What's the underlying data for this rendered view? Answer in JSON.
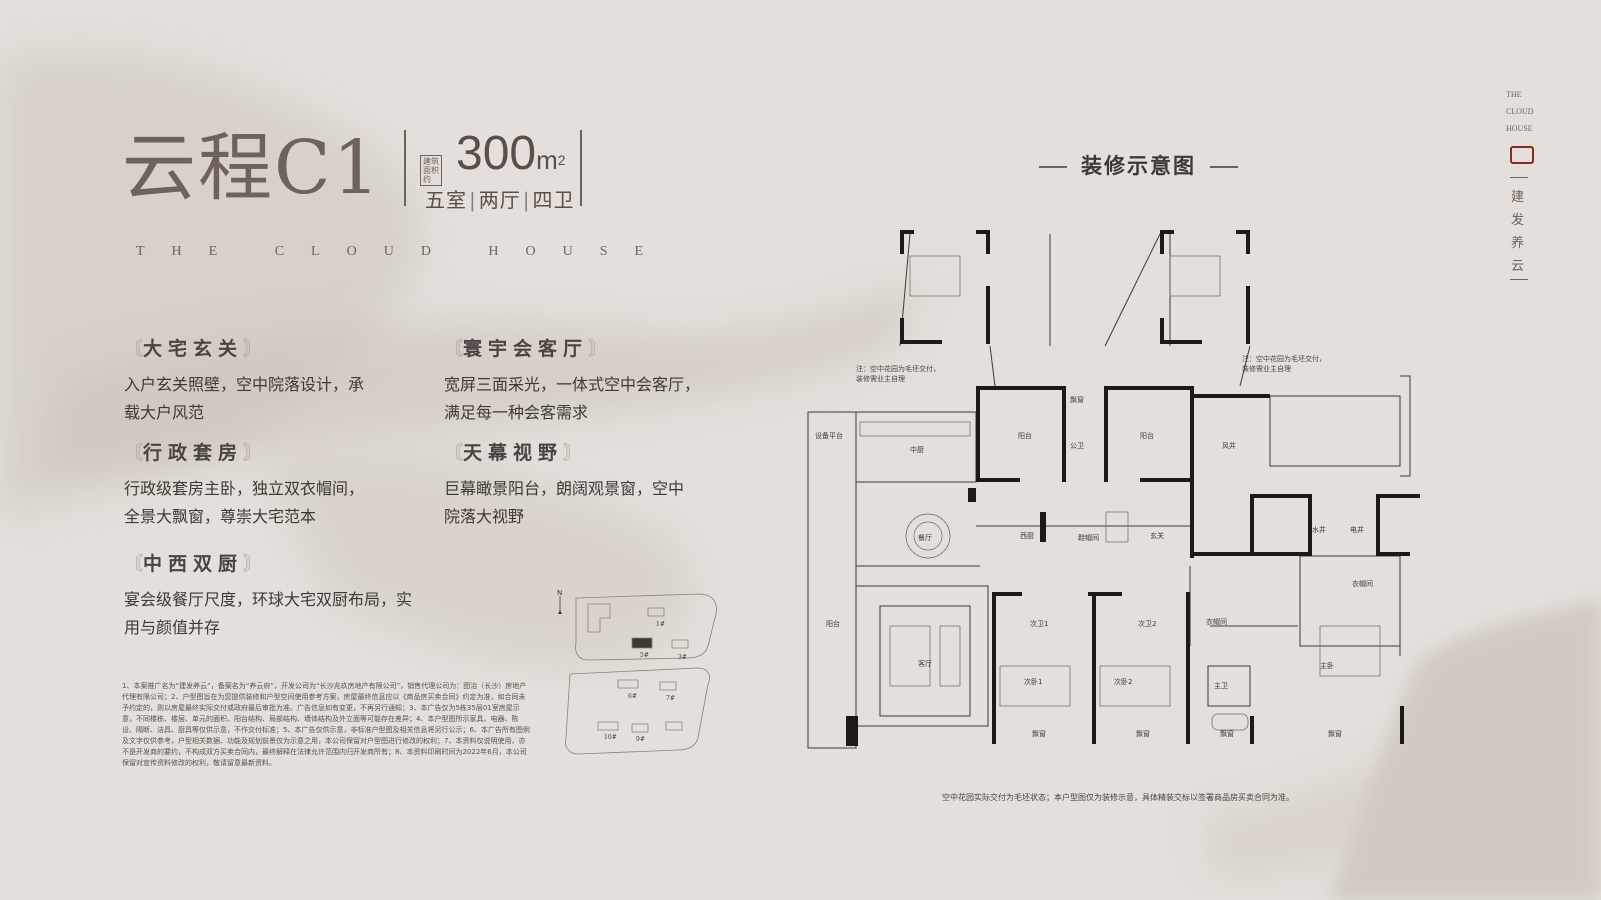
{
  "header": {
    "project_name": "云程C1",
    "area_tag": "建筑面积约",
    "area_value": "300",
    "area_unit": "m",
    "area_sup": "2",
    "room_1": "五室",
    "room_2": "两厅",
    "room_3": "四卫",
    "subtitle": "THE CLOUD HOUSE"
  },
  "features": [
    {
      "title": "大宅玄关",
      "desc": "入户玄关照壁，空中院落设计，承载大户风范"
    },
    {
      "title": "寰宇会客厅",
      "desc": "宽屏三面采光，一体式空中会客厅，满足每一种会客需求"
    },
    {
      "title": "行政套房",
      "desc": "行政级套房主卧，独立双衣帽间，全景大飘窗，尊崇大宅范本"
    },
    {
      "title": "天幕视野",
      "desc": "巨幕瞰景阳台，朗阔观景窗，空中院落大视野"
    },
    {
      "title": "中西双厨",
      "desc": "宴会级餐厅尺度，环球大宅双厨布局，实用与颜值并存"
    }
  ],
  "disclaimer": "1、本案推广名为“建发养云”，备案名为“养云府”，开发公司为“长沙兆玖房地产有限公司”，销售代理公司为：图治（长沙）房地产代理有限公司；2、户型图旨在为您提供装修和户型空间使用参考方案，房屋最终信息应以《商品房买卖合同》约定为准，如合同未予约定的，则以房屋最终实际交付或政府最后审批为准。广告信息如有变更，不再另行通知；3、本广告仅为5栋35层01室房屋示意，不同楼栋、楼层、单元的面积、阳台结构、局部结构、墙体结构及外立面等可能存在差异；4、本户型图所示家具、电器、陈设、隔断、洁具、厨具等仅供示意，不作交付标准；5、本广告仅供示意，非标准户型图及相关信息将另行公示；6、本广告所有图例及文字仅供参考，户型相关数据、功能及规划前景仅为示意之用，本公司保留对户型图进行修改的权利；7、本资料仅说明使用，亦不是开发商的要约，不构成双方买卖合同内，最终解释在法律允许范围内归开发商所有；8、本资料印刷时间为2022年6月，本公司保留对宣传资料修改的权利，敬请留意最新资料。",
  "site_map": {
    "north": "N",
    "buildings": [
      "1#",
      "3#",
      "5#",
      "6#",
      "7#",
      "9#",
      "10#"
    ]
  },
  "plan": {
    "title": "装修示意图",
    "note_left": "注：空中花园为毛坯交付，装修需业主自理",
    "note_right": "注：空中花园为毛坯交付，装修需业主自理",
    "bottom_note": "空中花园实际交付为毛坯状态；本户型图仅为装修示意，具体精装交标以签署商品房买卖合同为准。",
    "rooms": {
      "equipment": "设备平台",
      "chinese_kitchen": "中厨",
      "balcony_a": "阳台",
      "bay_top": "飘窗",
      "public_bath": "公卫",
      "balcony_b": "阳台",
      "wind_well_a": "风井",
      "wind_well_b": "风井",
      "wind_well_c": "风井",
      "dining": "餐厅",
      "western_kitchen": "西厨",
      "cloakroom": "鞋帽间",
      "entry": "玄关",
      "water_well": "水井",
      "elec_well": "电井",
      "balcony_c": "阳台",
      "living": "客厅",
      "second_bath_1": "次卫1",
      "second_bath_2": "次卫2",
      "second_bed_1": "次卧1",
      "second_bed_2": "次卧2",
      "wardrobe_a": "衣帽间",
      "wardrobe_b": "衣帽间",
      "master_bath": "主卫",
      "master_bed": "主卧",
      "bay_1": "飘窗",
      "bay_2": "飘窗",
      "bay_3": "飘窗",
      "bay_4": "飘窗"
    }
  },
  "brand": {
    "en_1": "THE",
    "en_2": "CLOUD",
    "en_3": "HOUSE",
    "cn": "建发养云"
  },
  "colors": {
    "background": "#e4dfda",
    "ink": "#4a4440",
    "accent": "#6f625a",
    "seal": "#8b2a22"
  }
}
